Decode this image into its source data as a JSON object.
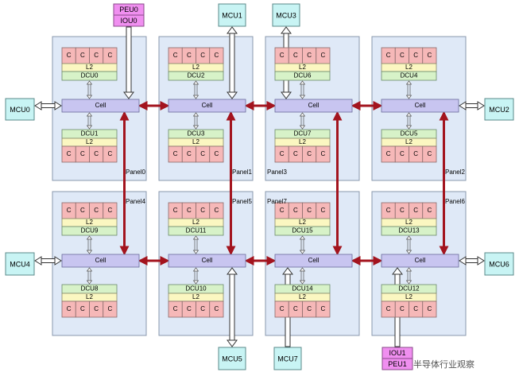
{
  "diagram": {
    "core_label": "C",
    "l2_label": "L2",
    "cell_label": "Cell",
    "panels": [
      {
        "name": "Panel0",
        "top_dcu": "DCU0",
        "bottom_dcu": "DCU1"
      },
      {
        "name": "Panel1",
        "top_dcu": "DCU2",
        "bottom_dcu": "DCU3"
      },
      {
        "name": "Panel3",
        "top_dcu": "DCU6",
        "bottom_dcu": "DCU7"
      },
      {
        "name": "Panel2",
        "top_dcu": "DCU4",
        "bottom_dcu": "DCU5"
      },
      {
        "name": "Panel4",
        "top_dcu": "DCU9",
        "bottom_dcu": "DCU8"
      },
      {
        "name": "Panel5",
        "top_dcu": "DCU11",
        "bottom_dcu": "DCU10"
      },
      {
        "name": "Panel7",
        "top_dcu": "DCU15",
        "bottom_dcu": "DCU14"
      },
      {
        "name": "Panel6",
        "top_dcu": "DCU13",
        "bottom_dcu": "DCU12"
      }
    ],
    "mcus": [
      "MCU0",
      "MCU1",
      "MCU2",
      "MCU3",
      "MCU4",
      "MCU5",
      "MCU6",
      "MCU7"
    ],
    "io_top": [
      "PEU0",
      "IOU0"
    ],
    "io_bottom": [
      "IOU1",
      "PEU1"
    ],
    "watermark": "半导体行业观察"
  },
  "colors": {
    "panel_fill": "#dfe9f7",
    "core_fill": "#f6b8b8",
    "l2_fill": "#fbf7c1",
    "dcu_fill": "#d7f2c8",
    "cell_fill": "#c8c5f0",
    "mcu_fill": "#c8f4f4",
    "io_fill": "#f08ff0",
    "link_color": "#a3141e"
  }
}
